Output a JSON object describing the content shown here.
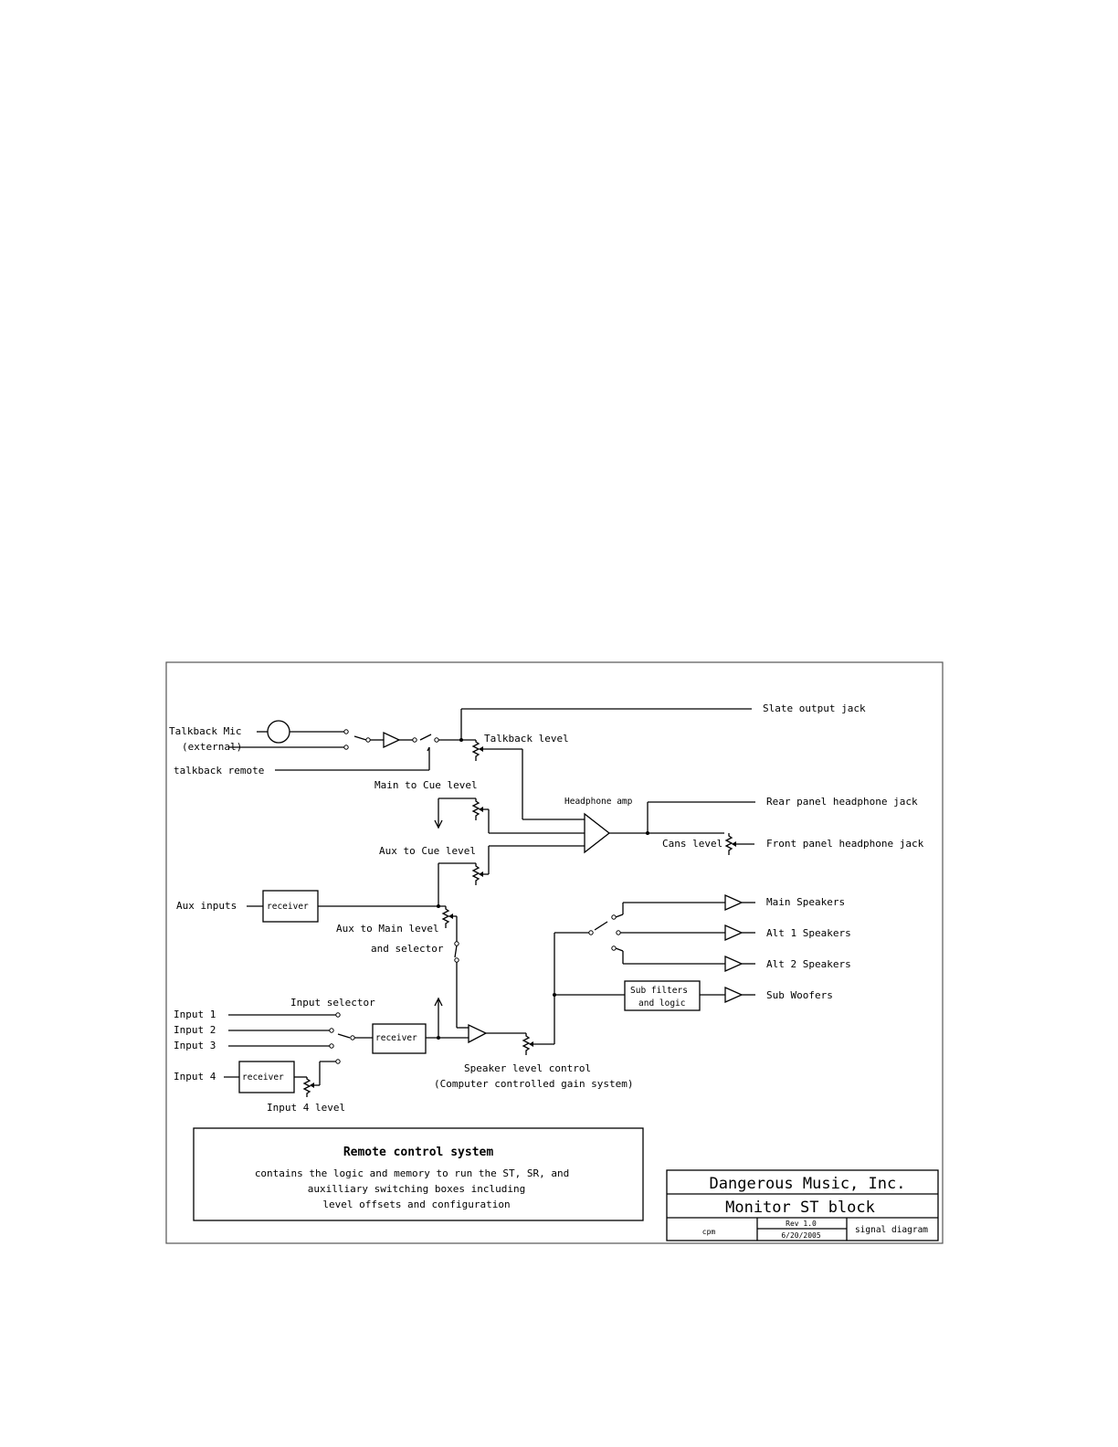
{
  "diagram": {
    "labels": {
      "talkback_mic": "Talkback Mic",
      "external": "(external)",
      "talkback_remote": "talkback remote",
      "slate_output_jack": "Slate output jack",
      "talkback_level": "Talkback level",
      "main_to_cue_level": "Main to Cue level",
      "headphone_amp": "Headphone amp",
      "rear_panel_headphone_jack": "Rear panel headphone jack",
      "aux_to_cue_level": "Aux to Cue level",
      "cans_level": "Cans level",
      "front_panel_headphone_jack": "Front panel headphone jack",
      "aux_inputs": "Aux inputs",
      "receiver_aux": "receiver",
      "aux_to_main_level": "Aux to Main level",
      "and_selector": "and selector",
      "main_speakers": "Main Speakers",
      "alt1_speakers": "Alt 1 Speakers",
      "alt2_speakers": "Alt 2 Speakers",
      "sub_filters_line1": "Sub filters",
      "sub_filters_line2": "and logic",
      "sub_woofers": "Sub Woofers",
      "input_selector": "Input selector",
      "input1": "Input 1",
      "input2": "Input 2",
      "input3": "Input 3",
      "input4": "Input 4",
      "receiver_main": "receiver",
      "receiver_input4": "receiver",
      "input4_level": "Input 4 level",
      "speaker_level_control": "Speaker level control",
      "computer_controlled": "(Computer controlled gain system)"
    },
    "remote_control": {
      "title": "Remote control system",
      "line1": "contains the logic and memory to run the ST, SR, and",
      "line2": "auxilliary switching boxes including",
      "line3": "level offsets and configuration"
    },
    "title_block": {
      "company": "Dangerous Music, Inc.",
      "drawing": "Monitor ST block",
      "author": "cpm",
      "revision": "Rev 1.0",
      "date": "6/20/2005",
      "type": "signal diagram"
    }
  }
}
